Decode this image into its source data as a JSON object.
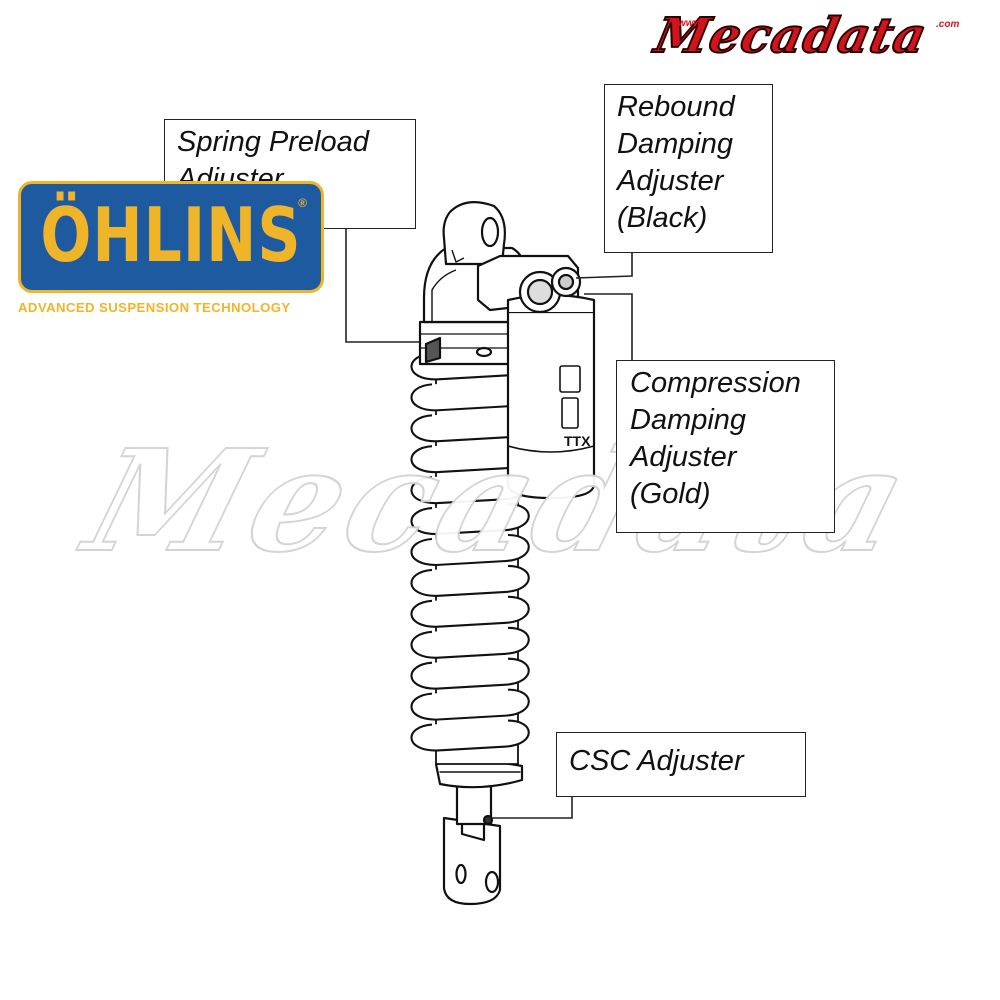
{
  "callouts": {
    "spring_preload": "Spring Preload\nAdjuster",
    "rebound": "Rebound\nDamping\nAdjuster\n(Black)",
    "compression": "Compression\nDamping\nAdjuster\n(Gold)",
    "csc": "CSC Adjuster"
  },
  "logos": {
    "ohlins_wordmark": "ÖHLINS",
    "ohlins_registered": "®",
    "ohlins_tagline": "ADVANCED SUSPENSION TECHNOLOGY",
    "brand_text": "Mecadata",
    "brand_www": "www.",
    "brand_com": ".com",
    "watermark_text": "Mecadata"
  },
  "reservoir_label": "TTX",
  "colors": {
    "ohlins_blue": "#1e5aa0",
    "ohlins_gold": "#f0b429",
    "brand_red": "#d4141c",
    "line": "#222222"
  }
}
